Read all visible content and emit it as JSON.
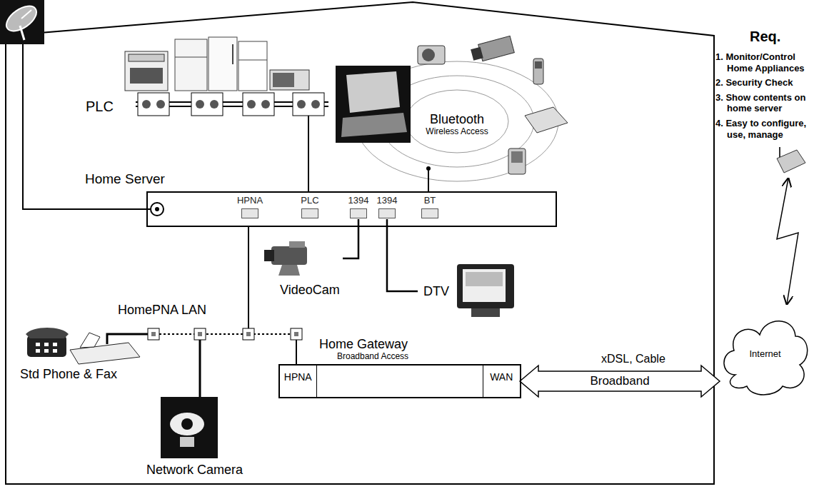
{
  "diagram": {
    "nodes": [
      {
        "text": [
          "Home Server"
        ]
      },
      {
        "text": [
          "HPNA"
        ],
        "in": 0
      },
      {
        "text": [
          "PLC"
        ],
        "in": 0
      },
      {
        "text": [
          "1394"
        ],
        "in": 0
      },
      {
        "text": [
          "1394"
        ],
        "in": 0
      },
      {
        "text": [
          "BT"
        ],
        "in": 0
      },
      {
        "text": [
          "VideoCam"
        ]
      },
      {
        "text": [
          "DTV"
        ]
      },
      {
        "text": [
          "Home Gateway",
          "Broadband Access"
        ]
      },
      {
        "text": [
          "HPNA"
        ],
        "in": 8
      },
      {
        "text": [
          "WAN"
        ],
        "in": 8
      },
      {
        "text": [
          "Internet"
        ]
      }
    ],
    "edges": [
      {
        "from": 3,
        "to": 6,
        "arrow": "none"
      },
      {
        "from": 4,
        "to": 7,
        "arrow": "none"
      },
      {
        "from": 10,
        "to": 11,
        "arrow": "both",
        "label": "Broadband"
      }
    ],
    "labels": [
      "PLC",
      "Bluetooth",
      "Wireless Access",
      "HomePNA LAN",
      "Std Phone & Fax",
      "Network Camera",
      "xDSL, Cable",
      "Req.",
      "1. Monitor/Control Home Appliances",
      "2. Security Check",
      "3. Show contents on home server",
      "4. Easy to configure, use, manage"
    ]
  }
}
